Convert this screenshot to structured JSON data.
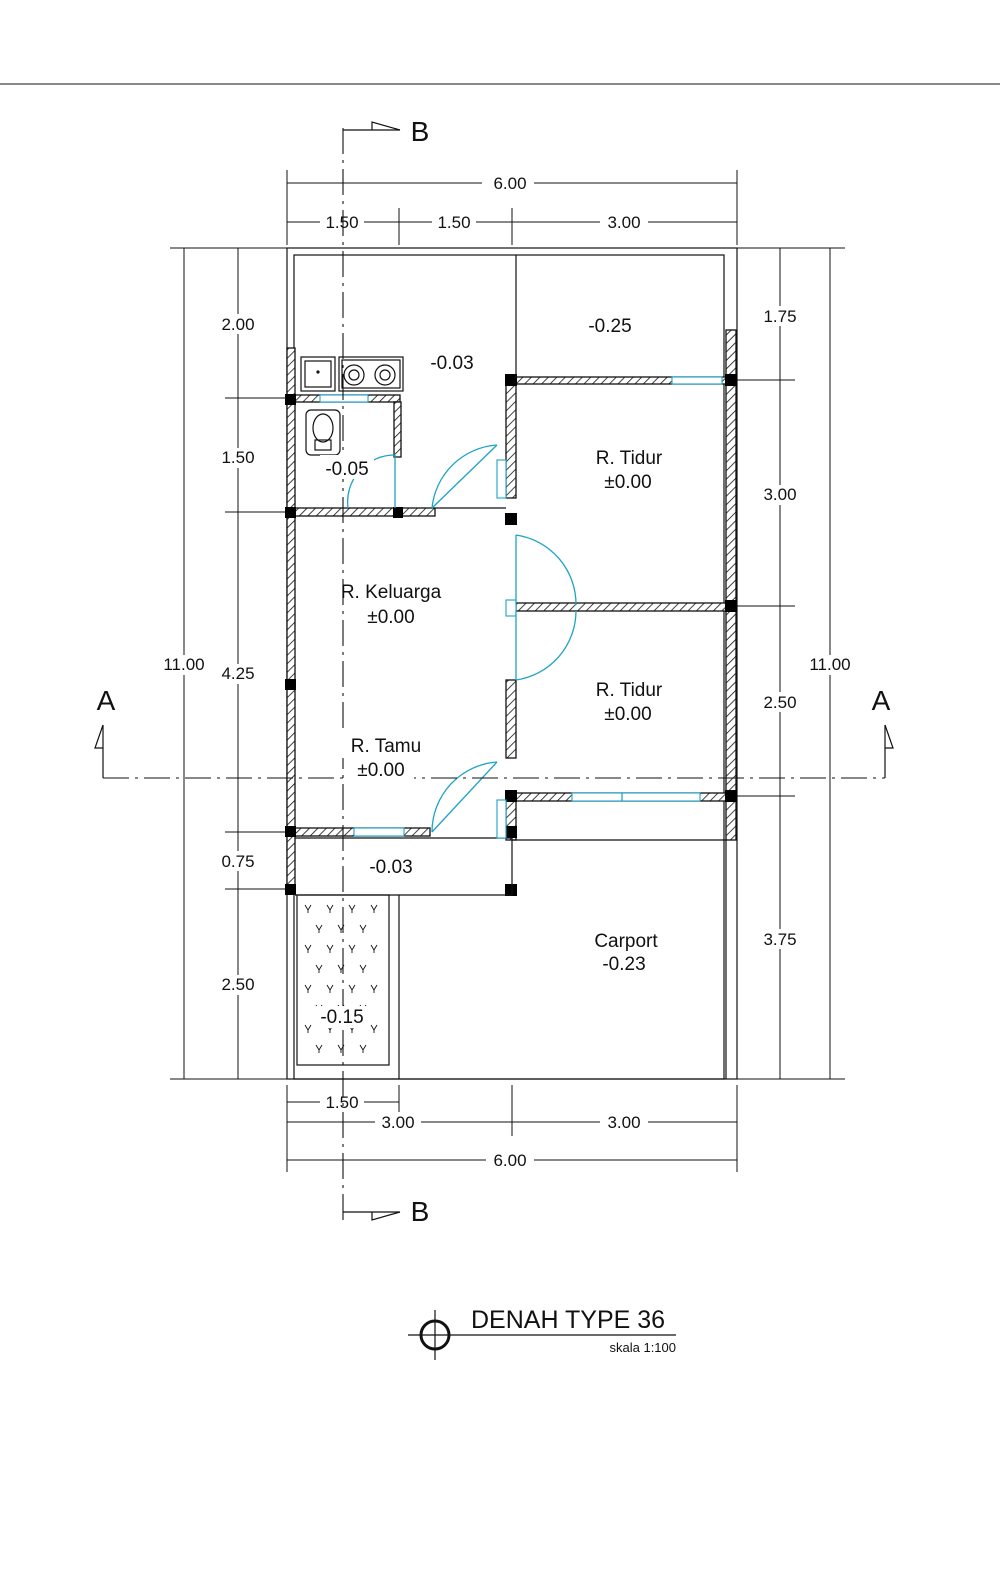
{
  "drawing": {
    "title": "DENAH TYPE 36",
    "scale": "skala 1:100",
    "section_a": "A",
    "section_b": "B"
  },
  "dims": {
    "top_total": "6.00",
    "top_1": "1.50",
    "top_2": "1.50",
    "top_3": "3.00",
    "bottom_1": "1.50",
    "bottom_2": "3.00",
    "bottom_3": "3.00",
    "bottom_total": "6.00",
    "left_total": "11.00",
    "left_1": "2.00",
    "left_2": "1.50",
    "left_3": "4.25",
    "left_4": "0.75",
    "left_5": "2.50",
    "right_total": "11.00",
    "right_1": "1.75",
    "right_2": "3.00",
    "right_3": "2.50",
    "right_4": "3.75"
  },
  "rooms": {
    "kitchen_level": "-0.03",
    "top_right_level": "-0.25",
    "bath_level": "-0.05",
    "bed1_name": "R. Tidur",
    "bed1_level": "±0.00",
    "family_name": "R. Keluarga",
    "family_level": "±0.00",
    "bed2_name": "R. Tidur",
    "bed2_level": "±0.00",
    "living_name": "R. Tamu",
    "living_level": "±0.00",
    "terrace_level": "-0.03",
    "carport_name": "Carport",
    "carport_level": "-0.23",
    "garden_level": "-0.15"
  },
  "colors": {
    "ink": "#111111",
    "opening": "#1ea3c6"
  },
  "icons": [
    "sink-icon",
    "stove-icon",
    "toilet-icon",
    "north-symbol-icon"
  ]
}
